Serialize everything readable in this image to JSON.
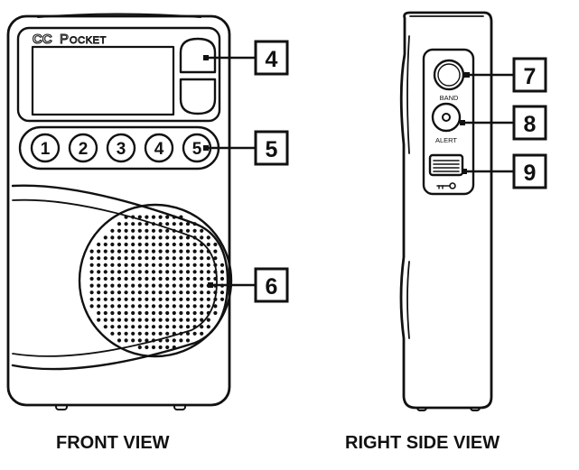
{
  "brand": {
    "cc": "CC",
    "p": "P",
    "rest": "OCKET"
  },
  "preset_buttons": [
    "1",
    "2",
    "3",
    "4",
    "5"
  ],
  "callouts": {
    "front": [
      "4",
      "5",
      "6"
    ],
    "side": [
      "7",
      "8",
      "9"
    ]
  },
  "side_labels": {
    "band": "BAND",
    "alert": "ALERT",
    "lock_symbol": "key-lock-icon"
  },
  "captions": {
    "front": "FRONT VIEW",
    "side": "RIGHT SIDE VIEW"
  },
  "colors": {
    "ink": "#111111",
    "background": "#ffffff"
  }
}
